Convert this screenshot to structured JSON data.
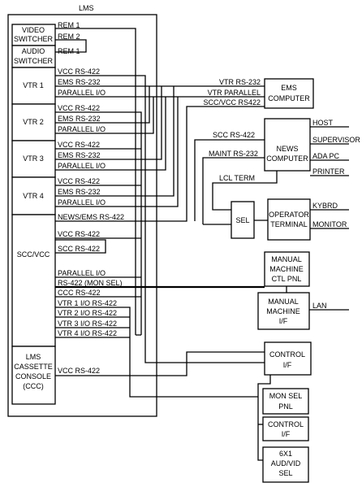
{
  "lms_title": "LMS",
  "lms_left": {
    "video_switcher": [
      "VIDEO",
      "SWITCHER"
    ],
    "audio_switcher": [
      "AUDIO",
      "SWITCHER"
    ],
    "vtr1": "VTR 1",
    "vtr2": "VTR 2",
    "vtr3": "VTR 3",
    "vtr4": "VTR 4",
    "scc_vcc": "SCC/VCC",
    "ccc": [
      "LMS",
      "CASSETTE",
      "CONSOLE",
      "(CCC)"
    ]
  },
  "signals": {
    "rem1_top": "REM 1",
    "rem2": "REM 2",
    "rem1_audio": "REM 1",
    "vcc_rs422": "VCC RS-422",
    "ems_rs232": "EMS RS-232",
    "parallel_io": "PARALLEL I/O",
    "news_ems_rs422": "NEWS/EMS RS-422",
    "scc_rs422": "SCC RS-422",
    "parallel_io_scc": "PARALLEL I/O",
    "rs422_mon_sel": "RS-422 (MON SEL)",
    "ccc_rs422": "CCC RS-422",
    "vtr1_io": "VTR 1 I/O RS-422",
    "vtr2_io": "VTR 2 I/O RS-422",
    "vtr3_io": "VTR 3 I/O RS-422",
    "vtr4_io": "VTR 4 I/O RS-422",
    "ccc_vcc": "VCC RS-422",
    "vtr_rs232": "VTR RS-232",
    "vtr_parallel": "VTR PARALLEL",
    "scc_vcc_rs422": "SCC/VCC RS422",
    "scc_rs422_right": "SCC RS-422",
    "maint_rs232": "MAINT RS-232",
    "lcl_term": "LCL TERM",
    "lan": "LAN"
  },
  "right_boxes": {
    "ems_computer": [
      "EMS",
      "COMPUTER"
    ],
    "news_computer": [
      "NEWS",
      "COMPUTER"
    ],
    "sel": "SEL",
    "operator_terminal": [
      "OPERATOR",
      "TERMINAL"
    ],
    "manual_ctl_pnl": [
      "MANUAL",
      "MACHINE",
      "CTL PNL"
    ],
    "manual_if": [
      "MANUAL",
      "MACHINE",
      "I/F"
    ],
    "control_if_1": [
      "CONTROL",
      "I/F"
    ],
    "mon_sel_pnl": [
      "MON SEL",
      "PNL"
    ],
    "control_if_2": [
      "CONTROL",
      "I/F"
    ],
    "aud_vid_sel": [
      "6X1",
      "AUD/VID",
      "SEL"
    ]
  },
  "peripherals": {
    "host": "HOST",
    "supervisor": "SUPERVISOR",
    "ada_pc": "ADA PC",
    "printer": "PRINTER",
    "kybrd": "KYBRD",
    "monitor": "MONITOR"
  }
}
